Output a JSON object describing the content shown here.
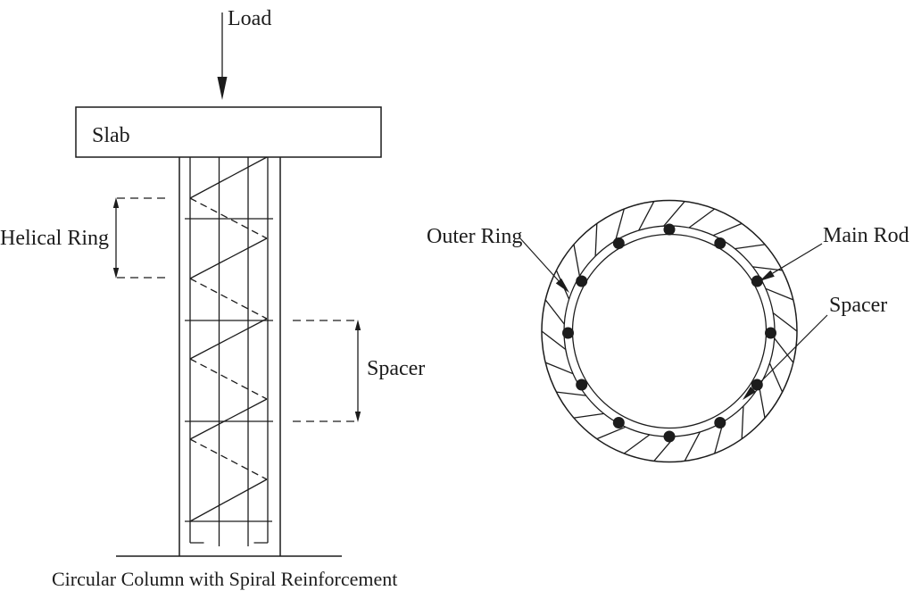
{
  "figure": {
    "caption": "Circular Column with Spiral Reinforcement",
    "elevation": {
      "load_label": "Load",
      "slab_label": "Slab",
      "helical_ring_label": "Helical Ring",
      "spacer_label": "Spacer"
    },
    "cross_section": {
      "outer_ring_label": "Outer Ring",
      "main_rod_label": "Main Rod",
      "spacer_label": "Spacer",
      "main_rod_count": 12
    },
    "colors": {
      "line": "#1c1c1c",
      "background": "#ffffff"
    }
  }
}
